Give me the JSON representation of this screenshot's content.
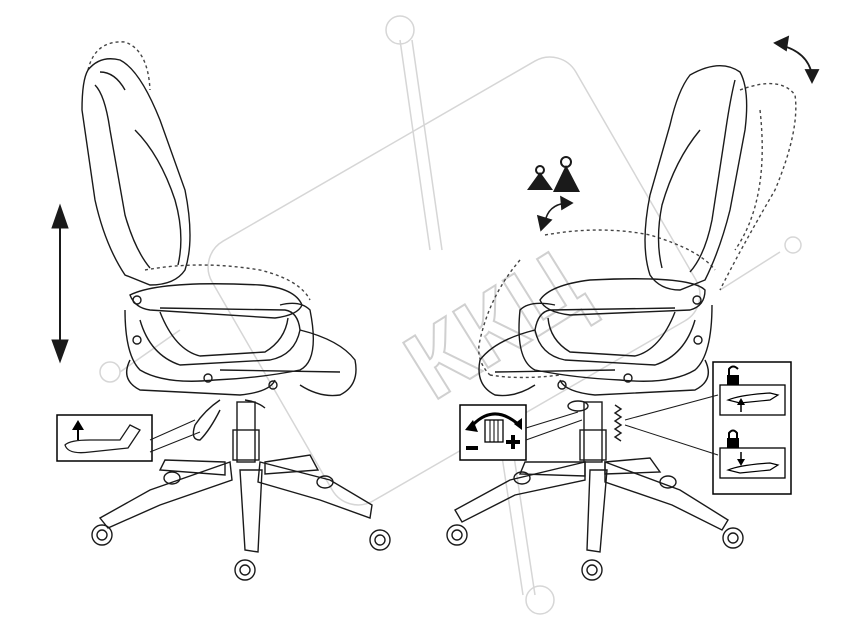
{
  "diagram": {
    "left_panel": {
      "label": "height-adjustment-view"
    },
    "right_panel": {
      "label": "tilt-adjustment-view"
    }
  },
  "watermark": {
    "text": "ККЦ",
    "color": "#d9d9d9"
  },
  "colors": {
    "line": "#1a1a1a",
    "dashed": "#444444",
    "box_border": "#000000"
  }
}
